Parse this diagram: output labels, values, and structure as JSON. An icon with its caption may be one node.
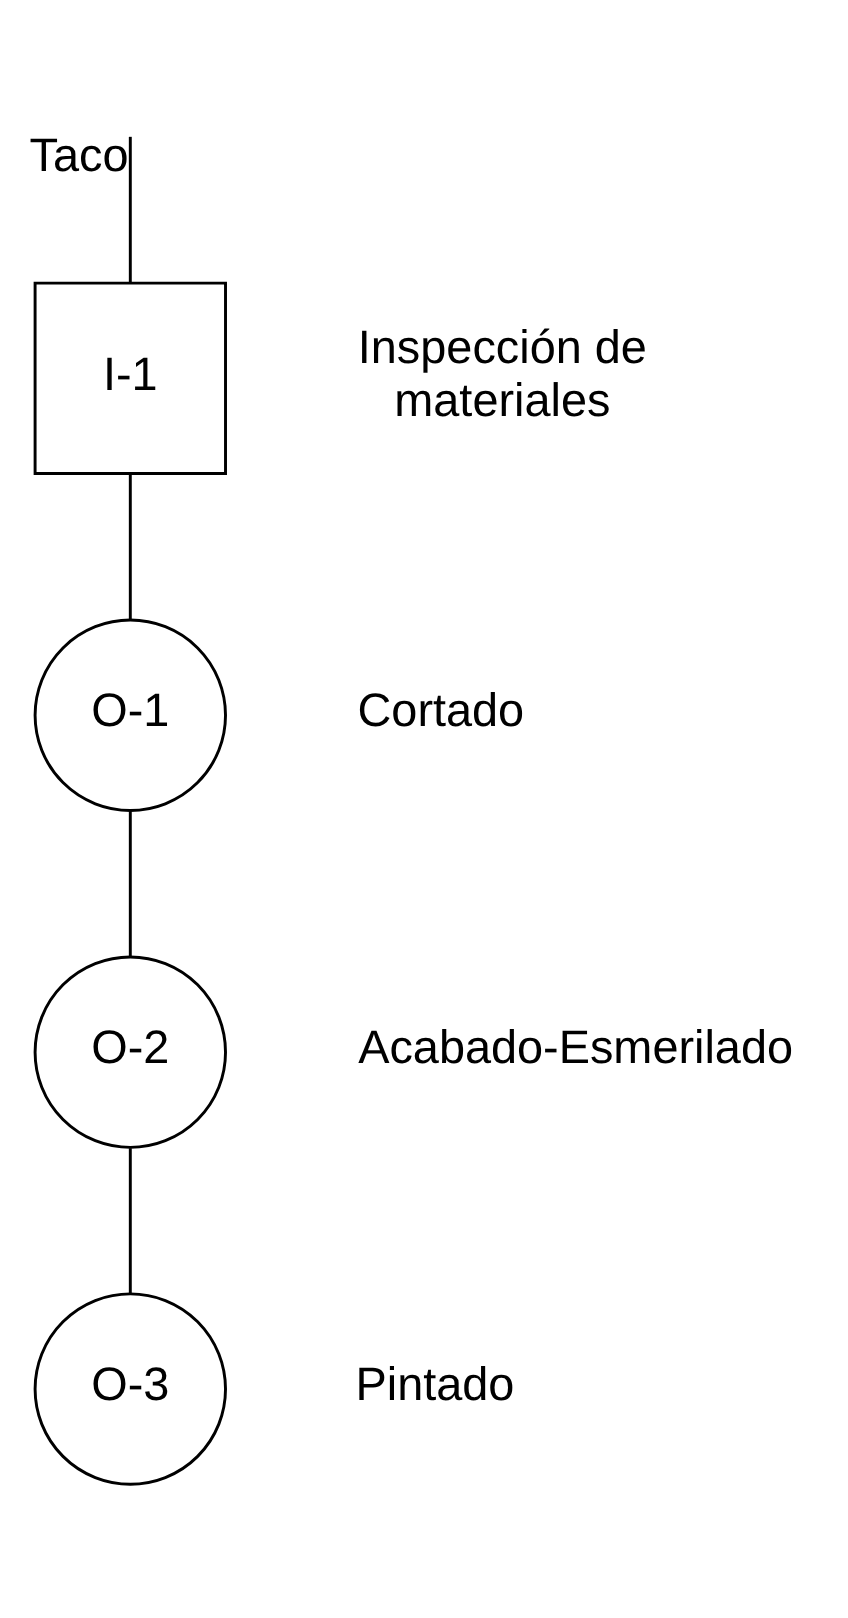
{
  "diagram": {
    "nodes": [
      {
        "text": [
          "I-1"
        ],
        "beside": [
          "Inspección de materiales"
        ]
      },
      {
        "text": [
          "O-1"
        ],
        "beside": [
          "Cortado"
        ]
      },
      {
        "text": [
          "O-2"
        ],
        "beside": [
          "Acabado-Esmerilado"
        ]
      },
      {
        "text": [
          "O-3"
        ],
        "beside": [
          "Pintado"
        ]
      }
    ],
    "edges": [
      {
        "from": null,
        "to": 0,
        "arrow": "none",
        "label": "Taco"
      },
      {
        "from": 0,
        "to": 1,
        "arrow": "none"
      },
      {
        "from": 1,
        "to": 2,
        "arrow": "none"
      },
      {
        "from": 2,
        "to": 3,
        "arrow": "none"
      }
    ]
  }
}
